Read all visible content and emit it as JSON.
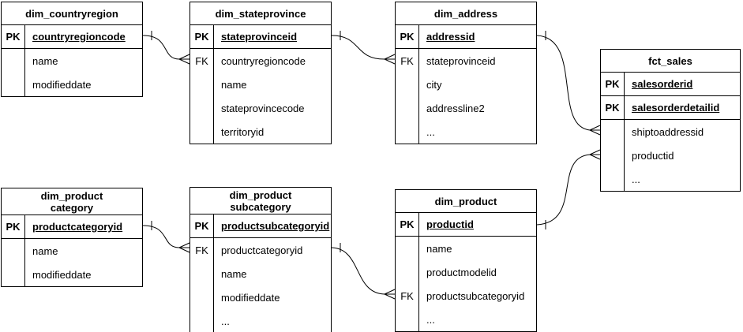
{
  "diagram": {
    "type": "entity-relationship",
    "colors": {
      "border": "#000000",
      "background": "#ffffff",
      "text": "#000000"
    },
    "tables": [
      {
        "title": "dim_countryregion",
        "rows": [
          {
            "label": "PK",
            "name": "countryregioncode",
            "pk": true,
            "sep": true
          },
          {
            "label": "",
            "name": "name"
          },
          {
            "label": "",
            "name": "modifieddate"
          }
        ]
      },
      {
        "title": "dim_stateprovince",
        "rows": [
          {
            "label": "PK",
            "name": "stateprovinceid",
            "pk": true,
            "sep": true
          },
          {
            "label": "FK",
            "name": "countryregioncode"
          },
          {
            "label": "",
            "name": "name"
          },
          {
            "label": "",
            "name": "stateprovincecode"
          },
          {
            "label": "",
            "name": "territoryid"
          }
        ]
      },
      {
        "title": "dim_address",
        "rows": [
          {
            "label": "PK",
            "name": "addressid",
            "pk": true,
            "sep": true
          },
          {
            "label": "FK",
            "name": "stateprovinceid"
          },
          {
            "label": "",
            "name": "city"
          },
          {
            "label": "",
            "name": "addressline2"
          },
          {
            "label": "",
            "name": "..."
          }
        ]
      },
      {
        "title": "fct_sales",
        "rows": [
          {
            "label": "PK",
            "name": "salesorderid",
            "pk": true,
            "sep": true
          },
          {
            "label": "PK",
            "name": "salesorderdetailid",
            "pk": true,
            "sep": true
          },
          {
            "label": "",
            "name": "shiptoaddressid"
          },
          {
            "label": "",
            "name": "productid"
          },
          {
            "label": "",
            "name": "..."
          }
        ]
      },
      {
        "title": "dim_product\ncategory",
        "rows": [
          {
            "label": "PK",
            "name": "productcategoryid",
            "pk": true,
            "sep": true
          },
          {
            "label": "",
            "name": "name"
          },
          {
            "label": "",
            "name": "modifieddate"
          }
        ]
      },
      {
        "title": "dim_product\nsubcategory",
        "rows": [
          {
            "label": "PK",
            "name": "productsubcategoryid",
            "pk": true,
            "sep": true
          },
          {
            "label": "FK",
            "name": "productcategoryid"
          },
          {
            "label": "",
            "name": "name"
          },
          {
            "label": "",
            "name": "modifieddate"
          },
          {
            "label": "",
            "name": "..."
          }
        ]
      },
      {
        "title": "dim_product",
        "rows": [
          {
            "label": "PK",
            "name": "productid",
            "pk": true,
            "sep": true
          },
          {
            "label": "",
            "name": "name"
          },
          {
            "label": "",
            "name": "productmodelid"
          },
          {
            "label": "FK",
            "name": "productsubcategoryid"
          },
          {
            "label": "",
            "name": "..."
          }
        ]
      }
    ],
    "relationships": [
      {
        "from": "dim_countryregion.countryregioncode",
        "to": "dim_stateprovince.countryregioncode",
        "from_cardinality": "one",
        "to_cardinality": "many"
      },
      {
        "from": "dim_stateprovince.stateprovinceid",
        "to": "dim_address.stateprovinceid",
        "from_cardinality": "one",
        "to_cardinality": "many"
      },
      {
        "from": "dim_address.addressid",
        "to": "fct_sales.shiptoaddressid",
        "from_cardinality": "one",
        "to_cardinality": "many"
      },
      {
        "from": "dim_product.productid",
        "to": "fct_sales.productid",
        "from_cardinality": "one",
        "to_cardinality": "many"
      },
      {
        "from": "dim_productcategory.productcategoryid",
        "to": "dim_productsubcategory.productcategoryid",
        "from_cardinality": "one",
        "to_cardinality": "many"
      },
      {
        "from": "dim_productsubcategory.productsubcategoryid",
        "to": "dim_product.productsubcategoryid",
        "from_cardinality": "one",
        "to_cardinality": "many"
      }
    ]
  }
}
